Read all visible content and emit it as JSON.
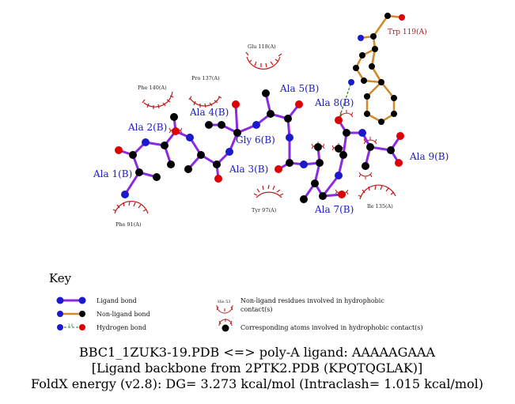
{
  "colors": {
    "ligand_bond": "#8a2be2",
    "nonligand_bond": "#d08a2a",
    "hbond": "#208020",
    "atom_c": "#000000",
    "atom_n": "#1a1acc",
    "atom_o": "#dd0000",
    "label_ligand": "#1a1acc",
    "label_residue": "#b01818",
    "arc": "#c01a1a"
  },
  "ligand_labels": {
    "ala1": "Ala 1(B)",
    "ala2": "Ala 2(B)",
    "ala3": "Ala 3(B)",
    "ala4": "Ala 4(B)",
    "ala5": "Ala 5(B)",
    "gly6": "Gly 6(B)",
    "ala7": "Ala 7(B)",
    "ala8": "Ala 8(B)",
    "ala9": "Ala 9(B)"
  },
  "residue_labels": {
    "trp119": "Trp 119(A)",
    "glu118": "Glu 118(A)",
    "phe140": "Phe 140(A)",
    "pro137": "Pro 137(A)",
    "tyr97": "Tyr 97(A)",
    "ile135": "Ile 135(A)",
    "phe91": "Phe 91(A)"
  },
  "key": {
    "title": "Key",
    "ligand_bond": "Ligand bond",
    "nonligand_bond": "Non-ligand bond",
    "hydrogen_bond": "Hydrogen bond",
    "hbond_distance": "3.0",
    "his_sample": "His 53",
    "nonligand_residues_line1": "Non-ligand residues involved in hydrophobic",
    "nonligand_residues_line2": "contact(s)",
    "corresponding_atoms": "Corresponding atoms involved in hydrophobic contact(s)"
  },
  "caption": {
    "line1": "BBC1_1ZUK3-19.PDB <=> poly-A ligand: AAAAAGAAA",
    "line2": "[Ligand backbone from 2PTK2.PDB (KPQTQGLAK)]",
    "line3": "FoldX energy (v2.8): DG= 3.273 kcal/mol (Intraclash= 1.015 kcal/mol)"
  }
}
